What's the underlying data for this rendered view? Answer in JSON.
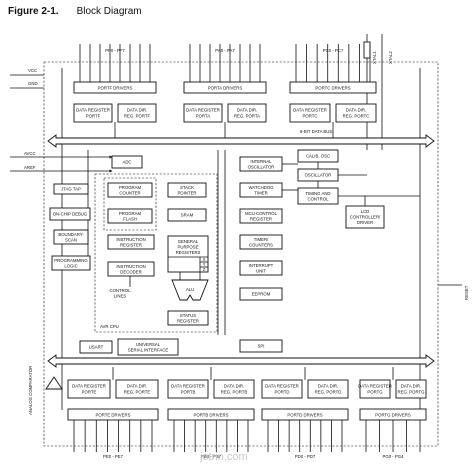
{
  "figure": {
    "number": "Figure 2-1.",
    "title": "Block Diagram"
  },
  "labels": {
    "vcc": "VCC",
    "gnd": "GND",
    "avcc": "AVCC",
    "aref": "AREF",
    "xtal1": "XTAL1",
    "xtal2": "XTAL2",
    "reset": "RESET",
    "analog_comparator": "ANALOG COMPARATOR",
    "bus": "8-BIT DATA BUS",
    "avr_cpu": "AVR CPU",
    "watermark": "jotrin.com"
  },
  "top_ports": [
    {
      "pins": "PF0 - PF7",
      "drivers": "PORTF DRIVERS",
      "reg1": "DATA REGISTER PORTF",
      "reg2": "DATA DIR. REG. PORTF"
    },
    {
      "pins": "PA0 - PA7",
      "drivers": "PORTA DRIVERS",
      "reg1": "DATA REGISTER PORTA",
      "reg2": "DATA DIR. REG. PORTA"
    },
    {
      "pins": "PC0 - PC7",
      "drivers": "PORTC DRIVERS",
      "reg1": "DATA REGISTER PORTC",
      "reg2": "DATA DIR. REG. PORTC"
    }
  ],
  "bottom_ports": [
    {
      "pins": "PE0 - PE7",
      "drivers": "PORTE DRIVERS",
      "reg1": "DATA REGISTER PORTE",
      "reg2": "DATA DIR. REG. PORTE"
    },
    {
      "pins": "PB0 - PB7",
      "drivers": "PORTB DRIVERS",
      "reg1": "DATA REGISTER PORTB",
      "reg2": "DATA DIR. REG. PORTB"
    },
    {
      "pins": "PD0 - PD7",
      "drivers": "PORTD DRIVERS",
      "reg1": "DATA REGISTER PORTD",
      "reg2": "DATA DIR. REG. PORTD"
    },
    {
      "pins": "PG0 - PG4",
      "drivers": "PORTG DRIVERS",
      "reg1": "DATA REGISTER PORTG",
      "reg2": "DATA DIR. REG. PORTG"
    }
  ],
  "blocks": {
    "adc": "ADC",
    "jtag": "JTAG TAP",
    "ocd": "ON-CHIP DEBUG",
    "boundary": [
      "BOUNDARY-",
      "SCAN"
    ],
    "prog_logic": [
      "PROGRAMMING",
      "LOGIC"
    ],
    "pc": [
      "PROGRAM",
      "COUNTER"
    ],
    "sp": [
      "STACK",
      "POINTER"
    ],
    "flash": [
      "PROGRAM",
      "FLASH"
    ],
    "sram": "SRAM",
    "ir": [
      "INSTRUCTION",
      "REGISTER"
    ],
    "gpr": [
      "GENERAL",
      "PURPOSE",
      "REGISTERS"
    ],
    "xyz": [
      "X",
      "Y",
      "Z"
    ],
    "id": [
      "INSTRUCTION",
      "DECODER"
    ],
    "ctrl": [
      "CONTROL",
      "LINES"
    ],
    "alu": "ALU",
    "status": [
      "STATUS",
      "REGISTER"
    ],
    "osc_int": [
      "INTERNAL",
      "OSCILLATOR"
    ],
    "wdt": [
      "WATCHDOG",
      "TIMER"
    ],
    "mcu": [
      "MCU CONTROL",
      "REGISTER"
    ],
    "timers": [
      "TIMER/",
      "COUNTERS"
    ],
    "irq": [
      "INTERRUPT",
      "UNIT"
    ],
    "eeprom": "EEPROM",
    "cal_osc": "CALIB. OSC",
    "osc": "OSCILLATOR",
    "timing": [
      "TIMING AND",
      "CONTROL"
    ],
    "lcd": [
      "LCD",
      "CONTROLLER/",
      "DRIVER"
    ],
    "usart": "USART",
    "usi": [
      "UNIVERSAL",
      "SERIAL INTERFACE"
    ],
    "spi": "SPI"
  }
}
